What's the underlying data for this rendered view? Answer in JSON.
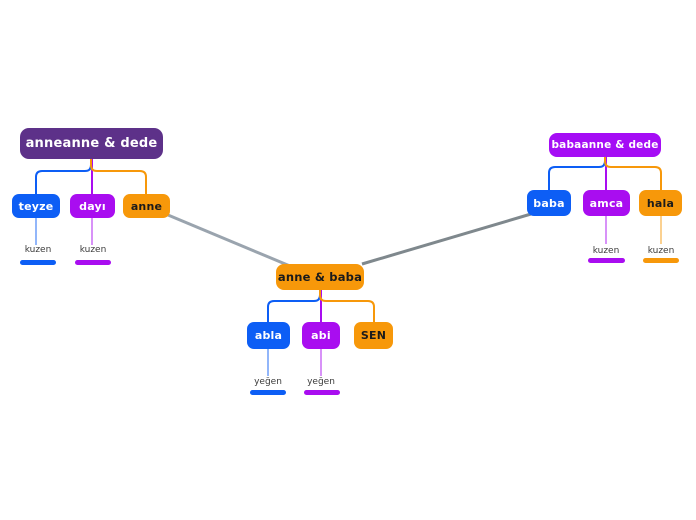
{
  "palette": {
    "blue": "#0d5ef5",
    "purple": "#a90df0",
    "violet": "#a50df5",
    "dark_purple": "#5d3189",
    "orange": "#f7980a",
    "edge_gray_left": "#9aa4ae",
    "edge_gray_right": "#7f888d",
    "sublabel_text": "#3b3b3b",
    "background": "#ffffff"
  },
  "maternal": {
    "root_label": "anneanne & dede",
    "child1": "teyze",
    "child2": "dayı",
    "child3": "anne",
    "sub1": "kuzen",
    "sub2": "kuzen"
  },
  "paternal": {
    "root_label": "babaanne & dede",
    "child1": "baba",
    "child2": "amca",
    "child3": "hala",
    "sub1": "kuzen",
    "sub2": "kuzen"
  },
  "family": {
    "root_label": "anne & baba",
    "child1": "abla",
    "child2": "abi",
    "child3": "SEN",
    "sub1": "yeğen",
    "sub2": "yeğen"
  }
}
